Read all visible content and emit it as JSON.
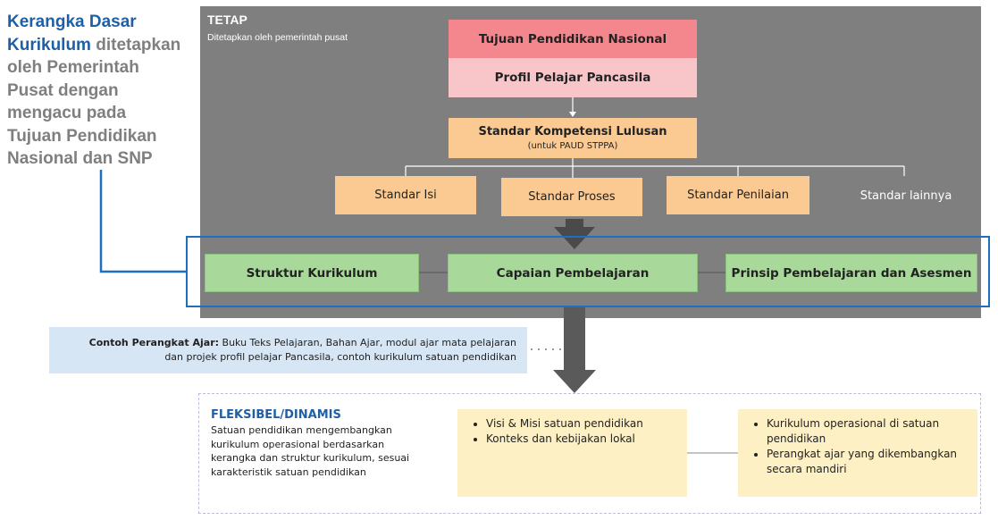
{
  "heading": {
    "line1_highlight": "Kerangka Dasar",
    "line2_highlight": "Kurikulum",
    "line2_rest": " ditetapkan",
    "line3": "oleh Pemerintah",
    "line4": "Pusat dengan",
    "line5": "mengacu pada",
    "line6": "Tujuan Pendidikan",
    "line7": "Nasional dan SNP"
  },
  "tetap": {
    "title": "TETAP",
    "description": "Ditetapkan oleh pemerintah pusat"
  },
  "boxes": {
    "tujuan": "Tujuan Pendidikan Nasional",
    "profil": "Profil Pelajar Pancasila",
    "skl": "Standar Kompetensi Lulusan",
    "skl_sub": "(untuk PAUD STPPA)",
    "standar_isi": "Standar Isi",
    "standar_proses": "Standar Proses",
    "standar_penilaian": "Standar Penilaian",
    "standar_lainnya": "Standar lainnya",
    "struktur": "Struktur Kurikulum",
    "capaian": "Capaian Pembelajaran",
    "prinsip": "Prinsip Pembelajaran dan Asesmen"
  },
  "contoh": {
    "label": "Contoh Perangkat Ajar:",
    "line1": " Buku Teks Pelajaran, Bahan Ajar, modul ajar mata pelajaran",
    "line2": "dan projek profil pelajar Pancasila, contoh kurikulum satuan pendidikan"
  },
  "fleksibel": {
    "title": "FLEKSIBEL/DINAMIS",
    "description": "Satuan pendidikan mengembangkan kurikulum operasional berdasarkan kerangka dan struktur kurikulum, sesuai karakteristik satuan pendidikan",
    "left_items": [
      "Visi & Misi satuan pendidikan",
      "Konteks dan kebijakan lokal"
    ],
    "right_items": [
      "Kurikulum operasional di satuan pendidikan",
      "Perangkat ajar yang dikembangkan secara mandiri"
    ]
  },
  "colors": {
    "panel_gray": "#7f7f7f",
    "highlight_blue": "#1f5fa6",
    "red": "#f4868e",
    "pink": "#f8c5c8",
    "orange": "#fbc992",
    "green": "#a8d89a",
    "yellow": "#fdf0c4",
    "light_blue": "#d6e6f4"
  }
}
